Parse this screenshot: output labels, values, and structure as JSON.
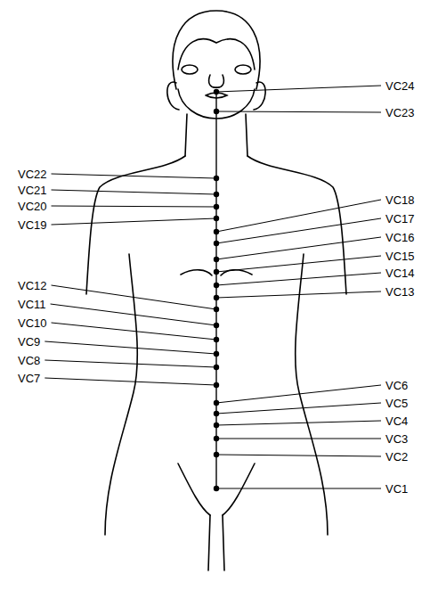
{
  "diagram": {
    "labels": [
      "VC24",
      "VC23",
      "VC22",
      "VC21",
      "VC20",
      "VC19",
      "VC18",
      "VC17",
      "VC16",
      "VC15",
      "VC14",
      "VC13",
      "VC12",
      "VC11",
      "VC10",
      "VC9",
      "VC8",
      "VC7",
      "VC6",
      "VC5",
      "VC4",
      "VC3",
      "VC2",
      "VC1"
    ]
  }
}
